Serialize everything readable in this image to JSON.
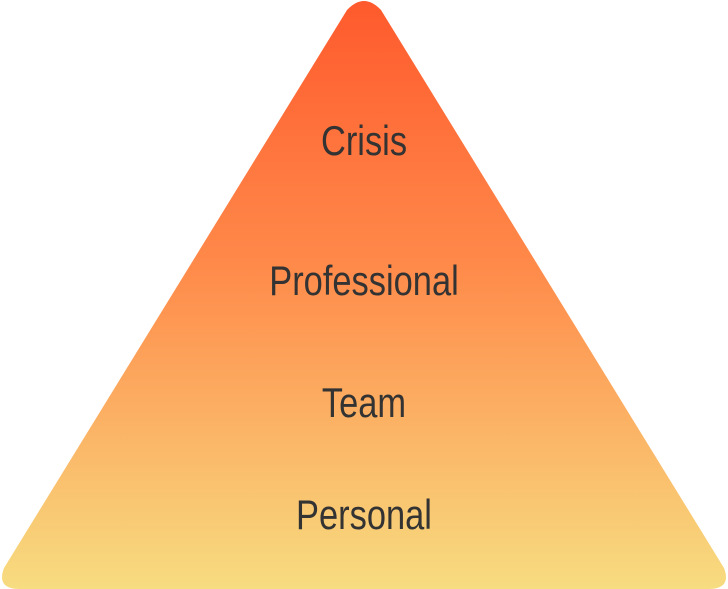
{
  "pyramid": {
    "levels": [
      {
        "label": "Crisis"
      },
      {
        "label": "Professional"
      },
      {
        "label": "Team"
      },
      {
        "label": "Personal"
      }
    ],
    "colors": {
      "top": "#FF5A2D",
      "bottom": "#F7DC80",
      "text": "#333333"
    }
  }
}
